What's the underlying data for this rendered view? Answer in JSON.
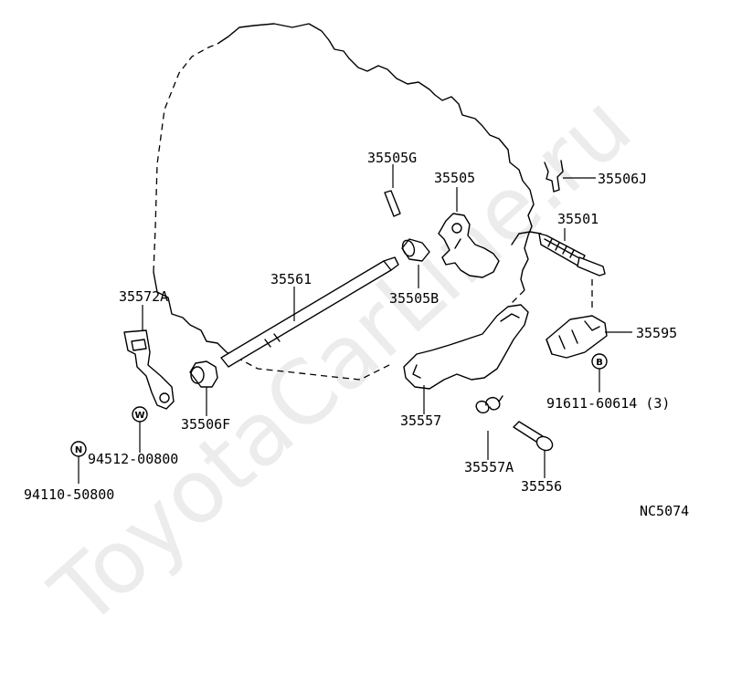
{
  "diagram": {
    "code": "NC5074",
    "watermark": "ToyotaCarLine.ru",
    "labels": {
      "p35505G": "35505G",
      "p35505": "35505",
      "p35506J": "35506J",
      "p35501": "35501",
      "p35561": "35561",
      "p35505B": "35505B",
      "p35572A": "35572A",
      "p35595": "35595",
      "p91611": "91611-60614 (3)",
      "p35557": "35557",
      "p35506F": "35506F",
      "p94512": "94512-00800",
      "p94110": "94110-50800",
      "p35557A": "35557A",
      "p35556": "35556"
    },
    "badges": {
      "b": "B",
      "w": "W",
      "n": "N"
    }
  }
}
